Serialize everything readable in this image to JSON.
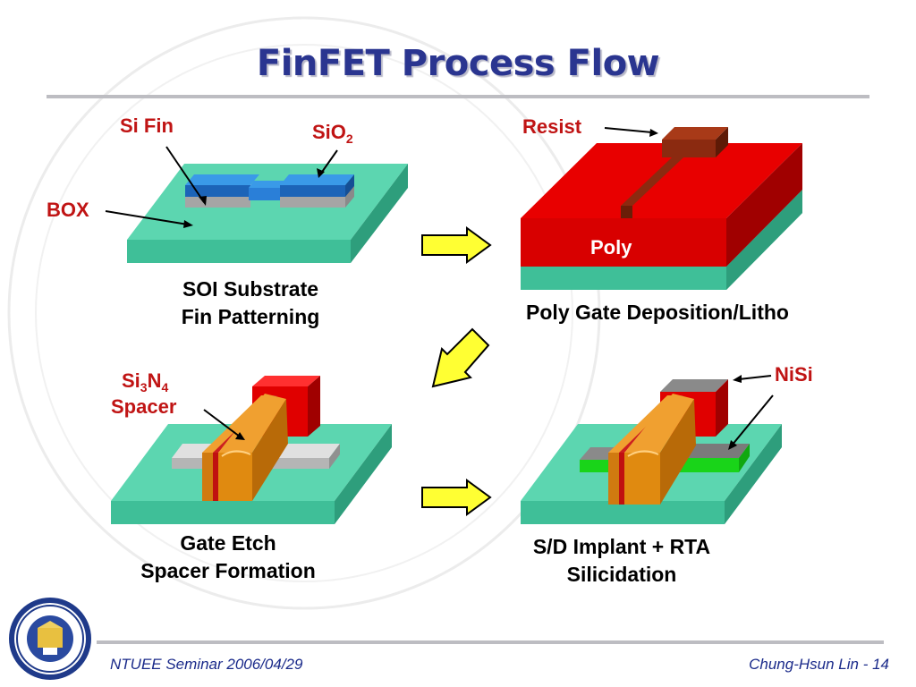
{
  "title": "FinFET Process Flow",
  "panels": {
    "soi": {
      "label_fin": "Si Fin",
      "label_oxide_main": "SiO",
      "label_oxide_sub": "2",
      "label_box": "BOX",
      "caption_line1": "SOI Substrate",
      "caption_line2": "Fin Patterning"
    },
    "poly": {
      "label_resist": "Resist",
      "label_poly": "Poly",
      "caption": "Poly Gate Deposition/Litho"
    },
    "etch": {
      "label_si": "Si",
      "label_sub3": "3",
      "label_n": "N",
      "label_sub4": "4",
      "label_spacer": "Spacer",
      "caption_line1": "Gate Etch",
      "caption_line2": "Spacer Formation"
    },
    "silicide": {
      "label_nisi": "NiSi",
      "caption_line1": "S/D Implant + RTA",
      "caption_line2": "Silicidation"
    }
  },
  "footer": {
    "left": "NTUEE Seminar 2006/04/29",
    "right": "Chung-Hsun Lin - 14"
  },
  "colors": {
    "title": "#2a3590",
    "label_red": "#c01414",
    "box_green": "#5cd6b0",
    "fin_blue": "#2a7fd8",
    "poly_red": "#e00000",
    "resist_brown": "#8b2a10",
    "spacer_orange": "#e08a10",
    "silicide_gray": "#808080",
    "sd_green": "#19d419",
    "arrow_yellow": "#ffff33"
  },
  "icons": [
    "uc-seal-logo",
    "right-arrow-icon",
    "down-left-arrow-icon"
  ]
}
